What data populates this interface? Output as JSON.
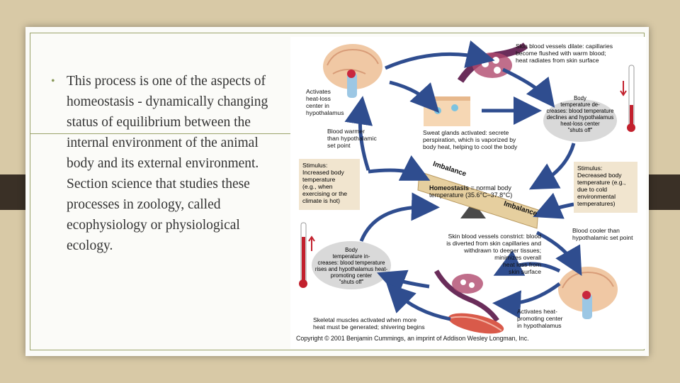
{
  "bullet": "This process is one of the aspects of homeostasis - dynamically changing status of equilibrium between the internal environment of the animal body and its external environment. Section science that studies these processes in zoology, called ecophysiology or physiological ecology.",
  "diagram": {
    "top_left": "Activates\nheat-loss\ncenter in\nhypothalamus",
    "top_right": "Skin blood vessels dilate: capillaries\nbecome flushed with warm blood;\nheat radiates from skin surface",
    "sweat": "Sweat glands activated: secrete\nperspiration, which is vaporized by\nbody heat, helping to cool the body",
    "warmer": "Blood warmer\nthan hypothalamic\nset point",
    "temp_decrease": "Body\ntemperature de-\ncreases: blood temperature\ndeclines and hypothalamus\nheat-loss center\n\"shuts off\"",
    "stim_left": "Stimulus:\nIncreased body\ntemperature\n(e.g., when\nexercising or the\nclimate is hot)",
    "stim_right": "Stimulus:\nDecreased body\ntemperature (e.g.,\ndue to cold\nenvironmental\ntemperatures)",
    "imbalance_top": "Imbalance",
    "imbalance_bottom": "Imbalance",
    "homeostasis_bold": "Homeostasis",
    "homeostasis_rest": " = normal body",
    "homeostasis_line2": "temperature (35.6°C–37.8°C)",
    "cooler": "Blood cooler than\nhypothalamic set point",
    "constrict": "Skin blood vessels constrict: blood\nis diverted from skin capillaries and\nwithdrawn to deeper tissues;\nminimizes overall\nheat loss from\nskin surface",
    "temp_increase": "Body\ntemperature in-\ncreases: blood temperature\nrises and hypothalamus heat-\npromoting center\n\"shuts off\"",
    "skeletal": "Skeletal muscles activated when more\nheat must be generated; shivering begins",
    "bottom_right": "Activates heat-\npromoting center\nin hypothalamus",
    "copyright": "Copyright © 2001 Benjamin Cummings, an imprint of Addison Wesley Longman, Inc.",
    "colors": {
      "arrow": "#2f4d8f",
      "box": "#f1e5cf",
      "bubble": "#d9d9d9",
      "seesaw": "#e6cf9f",
      "thermo": "#c2202d"
    }
  }
}
